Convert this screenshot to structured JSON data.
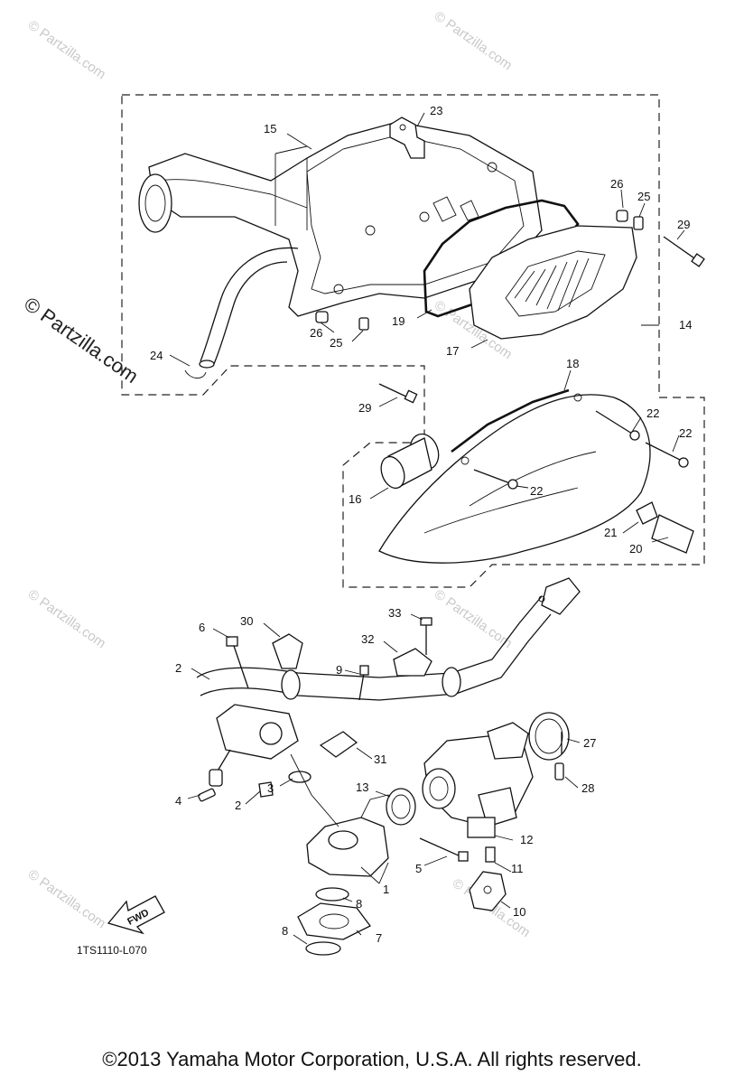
{
  "diagram_code": "1TS1110-L070",
  "fwd_label": "FWD",
  "copyright": "©2013 Yamaha Motor Corporation, U.S.A. All rights reserved.",
  "watermark": "© Partzilla.com",
  "callouts": {
    "c1": "1",
    "c2a": "2",
    "c2b": "2",
    "c3": "3",
    "c4": "4",
    "c5": "5",
    "c6": "6",
    "c7": "7",
    "c8a": "8",
    "c8b": "8",
    "c9": "9",
    "c10": "10",
    "c11": "11",
    "c12": "12",
    "c13": "13",
    "c14": "14",
    "c15": "15",
    "c16": "16",
    "c17": "17",
    "c18": "18",
    "c19": "19",
    "c20": "20",
    "c21": "21",
    "c22a": "22",
    "c22b": "22",
    "c22c": "22",
    "c23": "23",
    "c24": "24",
    "c25a": "25",
    "c25b": "25",
    "c26a": "26",
    "c26b": "26",
    "c27": "27",
    "c28": "28",
    "c29a": "29",
    "c29b": "29",
    "c30": "30",
    "c31": "31",
    "c32": "32",
    "c33": "33"
  }
}
